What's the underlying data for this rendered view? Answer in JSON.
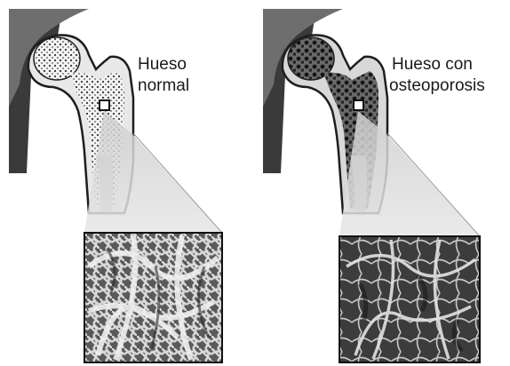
{
  "labels": {
    "normal_line1": "Hueso",
    "normal_line2": "normal",
    "osteo_line1": "Hueso con",
    "osteo_line2": "osteoporosis"
  }
}
